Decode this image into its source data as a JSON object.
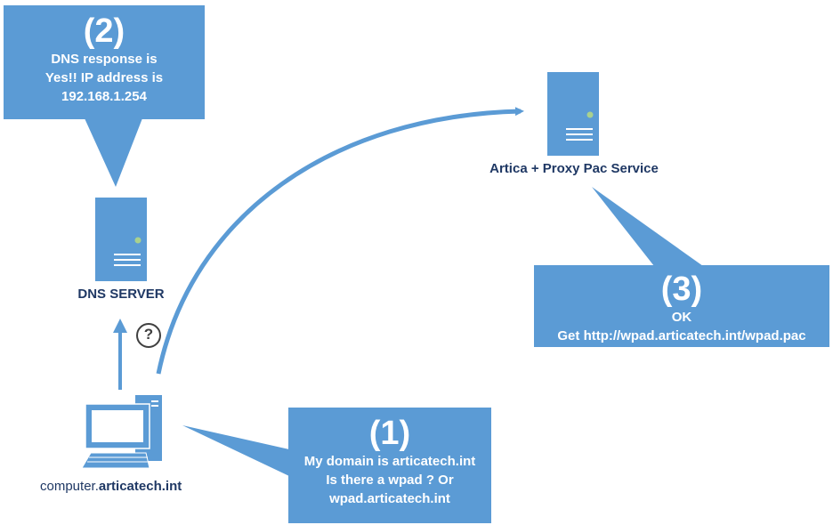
{
  "callout2": {
    "number": "(2)",
    "line1": "DNS response is",
    "line2": "Yes!! IP address is",
    "line3": "192.168.1.254"
  },
  "callout3": {
    "number": "(3)",
    "line1": "OK",
    "line2": "Get http://wpad.articatech.int/wpad.pac"
  },
  "callout1": {
    "number": "(1)",
    "line1": "My domain is articatech.int",
    "line2": "Is there a wpad ? Or",
    "line3": "wpad.articatech.int"
  },
  "labels": {
    "dns_server": "DNS SERVER",
    "proxy_service": "Artica + Proxy Pac Service",
    "computer_prefix": "computer.",
    "computer_domain": "articatech.int"
  },
  "question_mark": "?",
  "colors": {
    "accent": "#5b9bd5",
    "text_dark": "#1f3864",
    "led": "#a9d18e"
  }
}
